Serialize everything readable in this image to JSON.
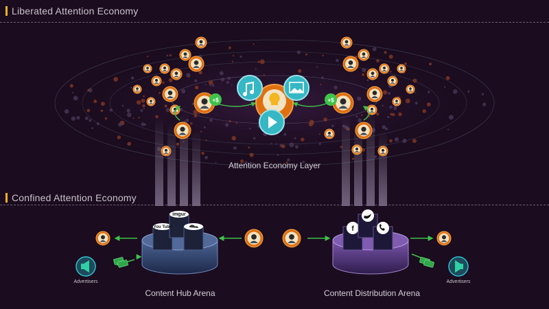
{
  "sections": {
    "liberated_title": "Liberated Attention Economy",
    "confined_title": "Confined Attention Economy"
  },
  "labels": {
    "attention_layer": "Attention Economy Layer",
    "content_hub": "Content Hub Arena",
    "content_distribution": "Content Distribution Arena",
    "advertisers_left": "Advertisers",
    "advertisers_right": "Advertisers"
  },
  "platform_badges": {
    "imgur": "imgur",
    "youtube": "You Tube",
    "twitter": "twitter-icon",
    "facebook": "f",
    "phone": "phone-icon",
    "soundcloud": "soundcloud-icon"
  },
  "money_tags": {
    "left": "+$",
    "right": "+$"
  },
  "colors": {
    "background": "#1b0c1f",
    "accent_orange": "#e0700f",
    "accent_teal": "#35b7c4",
    "green_arrow": "#3fc24a",
    "hub_blue": "#33466d",
    "dist_purple": "#5a3a86"
  }
}
